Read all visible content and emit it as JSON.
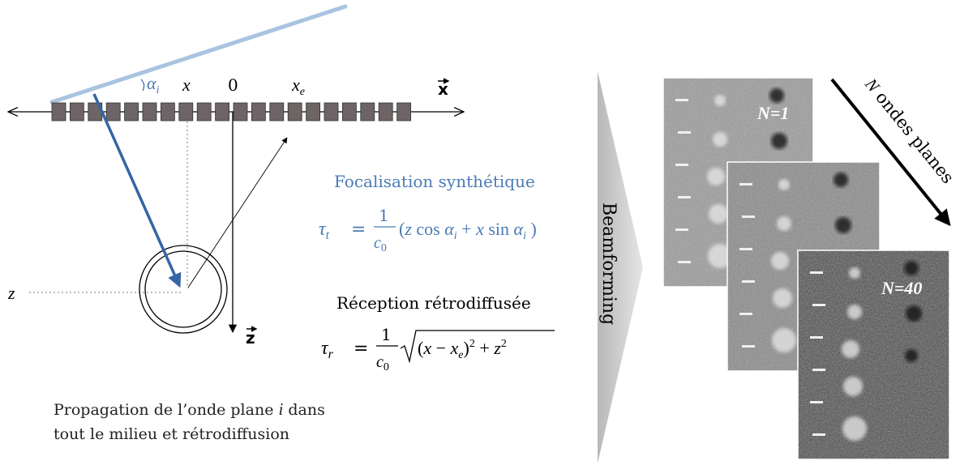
{
  "diagram": {
    "labels": {
      "alpha_i": "αi",
      "x": "x",
      "zero": "0",
      "x_e": "xe",
      "x_axis": "x⃗",
      "z_axis": "z⃗",
      "z": "z"
    },
    "formulas": {
      "synthetic_title": "Focalisation synthétique",
      "tau_t": "τt = 1/c0 (z cos αi + x sin αi )",
      "reception_title": "Réception rétrodiffusée",
      "tau_r": "τr = 1/c0 √((x − xe)² + z²)"
    },
    "caption": {
      "line1": "Propagation de l’onde plane i dans",
      "line2": "tout le milieu et rétrodiffusion"
    },
    "beamforming_label": "Beamforming",
    "images": {
      "first": "N=1",
      "last": "N=40"
    },
    "n_arrow_label": "N ondes planes",
    "colors": {
      "blue": "#3465a4",
      "light_blue": "#a9c4e0",
      "element_gray": "#6d6565",
      "formula_blue": "#4a7ab5"
    }
  }
}
